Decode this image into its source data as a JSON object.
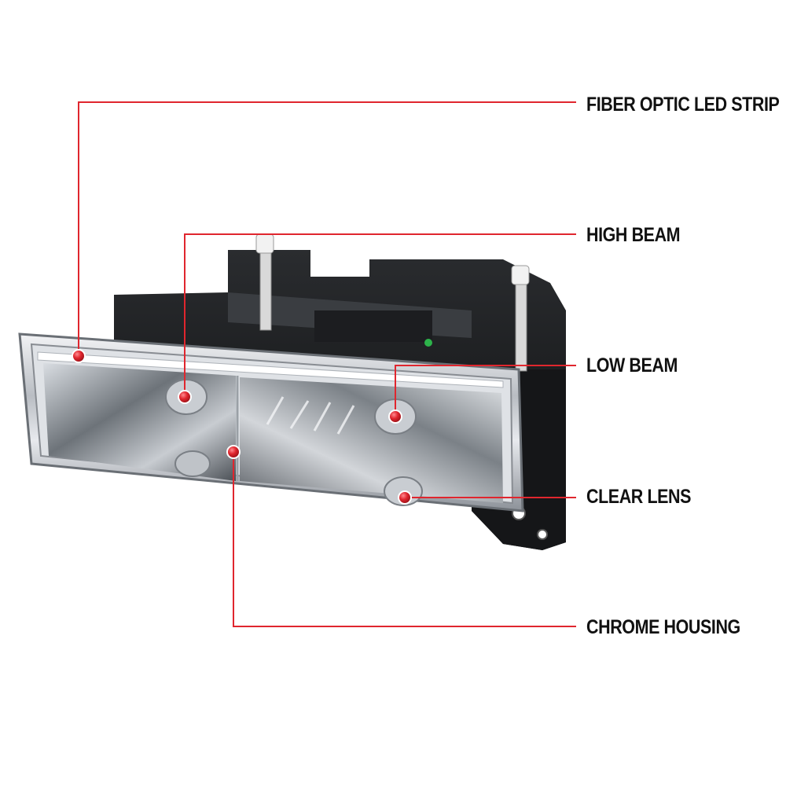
{
  "image": {
    "subject": "headlight-assembly",
    "accent_color": "#e0262e",
    "callouts": [
      {
        "id": "fiber",
        "label": "FIBER OPTIC LED STRIP"
      },
      {
        "id": "high",
        "label": "HIGH BEAM"
      },
      {
        "id": "low",
        "label": "LOW BEAM"
      },
      {
        "id": "clear",
        "label": "CLEAR LENS"
      },
      {
        "id": "chrome",
        "label": "CHROME HOUSING"
      }
    ]
  }
}
